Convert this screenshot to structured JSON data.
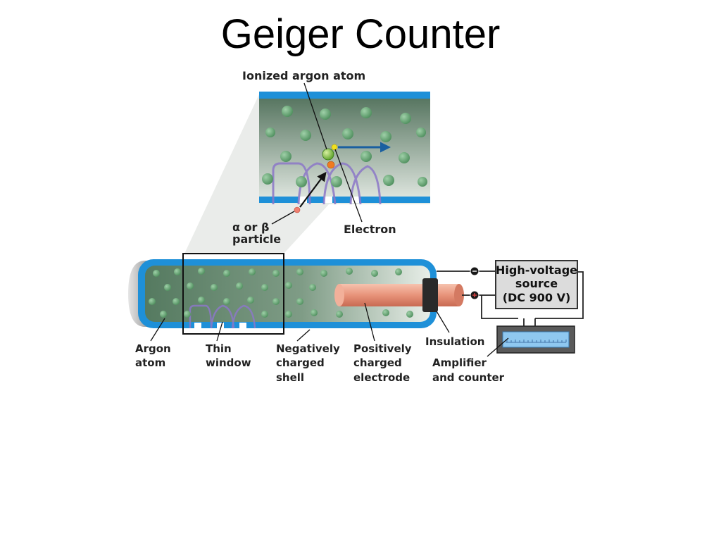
{
  "title": "Geiger Counter",
  "labels": {
    "ionized_argon_atom": "Ionized argon atom",
    "particle_line1": "α or β",
    "particle_line2": "particle",
    "electron": "Electron",
    "argon_atom_line1": "Argon",
    "argon_atom_line2": "atom",
    "thin_window_line1": "Thin",
    "thin_window_line2": "window",
    "neg_shell_line1": "Negatively",
    "neg_shell_line2": "charged",
    "neg_shell_line3": "shell",
    "pos_electrode_line1": "Positively",
    "pos_electrode_line2": "charged",
    "pos_electrode_line3": "electrode",
    "insulation": "Insulation",
    "amplifier_line1": "Amplifier",
    "amplifier_line2": "and counter",
    "hv_line1": "High-voltage",
    "hv_line2": "source",
    "hv_line3": "(DC 900 V)"
  },
  "colors": {
    "shell_blue": "#1e90d8",
    "gas_dark": "#4e6e58",
    "gas_light": "#e6ece6",
    "argon_atom": "#5fa36e",
    "electrode": "#e8937a",
    "window_purple": "#8c78c8",
    "arrow_blue": "#1a5fa0",
    "ion_green": "#7cc43a",
    "electron_yellow": "#f0e020",
    "particle_red": "#e06040"
  }
}
